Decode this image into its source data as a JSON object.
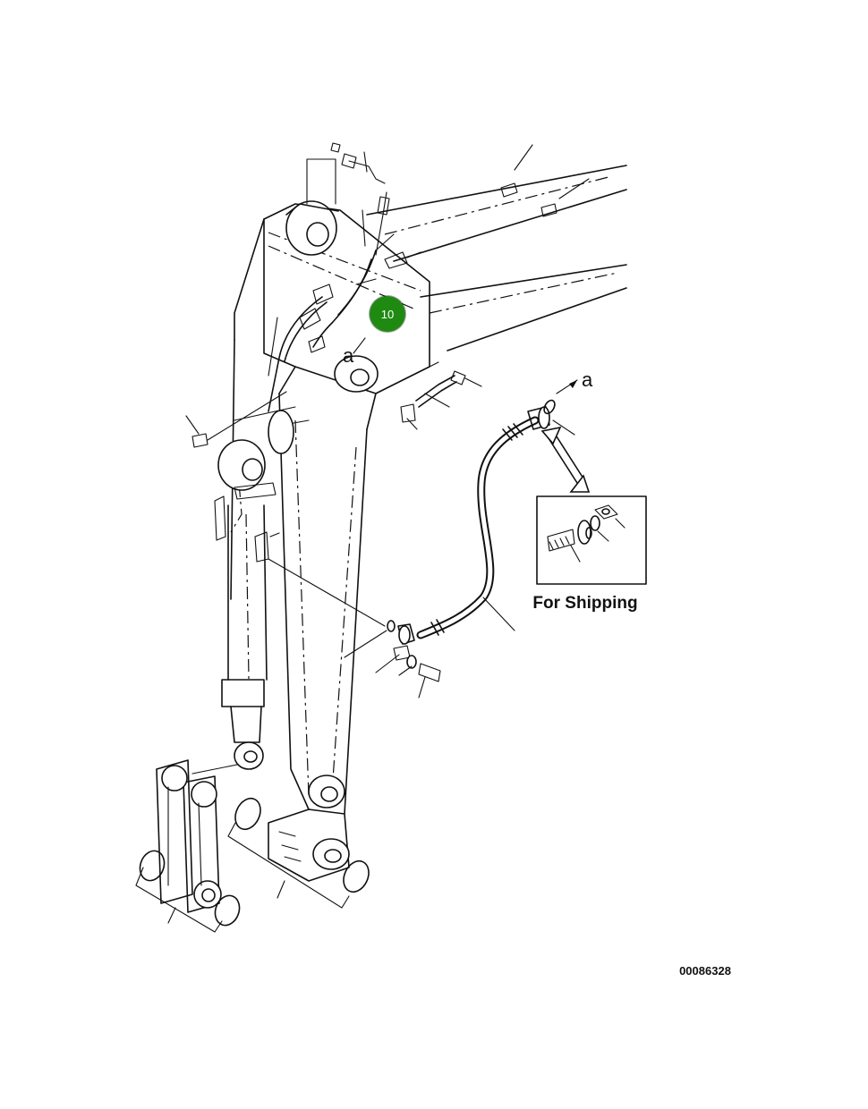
{
  "diagram": {
    "detail_caption": "For Shipping",
    "view_marker_main": "a",
    "view_marker_detail": "a",
    "drawing_number": "00086328"
  },
  "callouts": [
    {
      "number": "10",
      "color": "#1f8a12"
    }
  ]
}
